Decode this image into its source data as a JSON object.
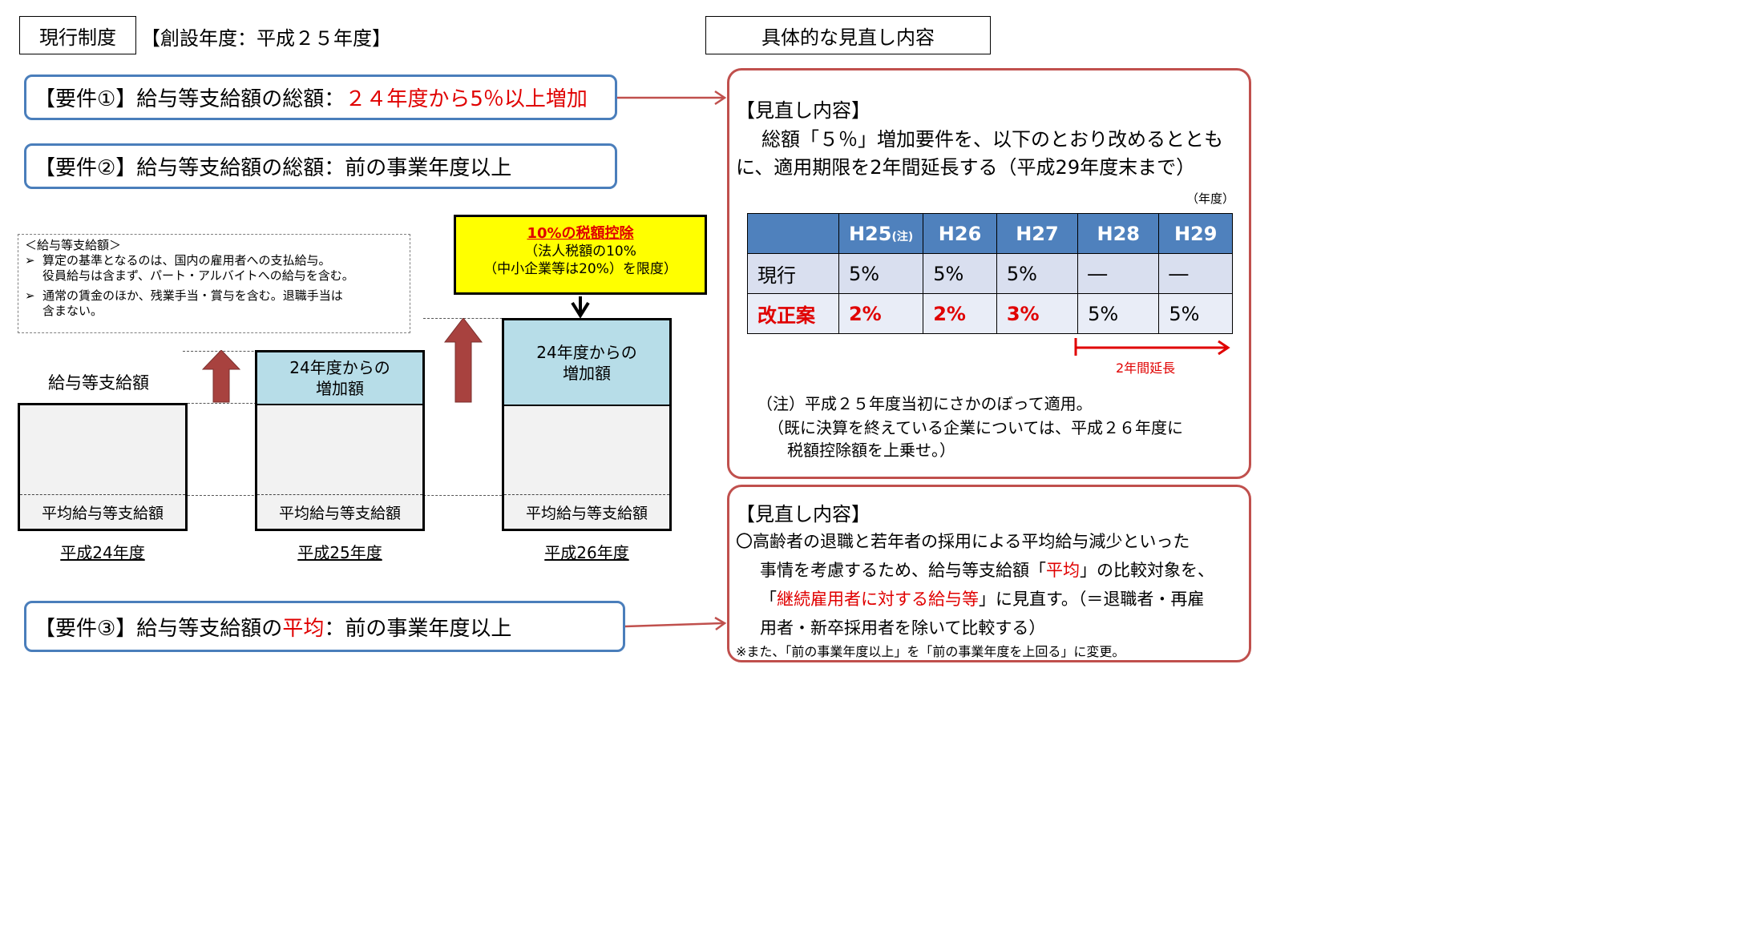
{
  "top": {
    "system_label": "現行制度",
    "founded": "【創設年度：平成２５年度】",
    "review_title": "具体的な見直し内容"
  },
  "req1": {
    "prefix": "【要件①】給与等支給額の総額：",
    "highlight": "２４年度から5％以上増加"
  },
  "req2": {
    "text": "【要件②】給与等支給額の総額：前の事業年度以上"
  },
  "req3": {
    "prefix": "【要件③】給与等支給額の",
    "highlight": "平均",
    "suffix": "：前の事業年度以上"
  },
  "note": {
    "title": "＜給与等支給額＞",
    "bullet": "➢",
    "item1_line1": "算定の基準となるのは、国内の雇用者への支払給与。",
    "item1_line2": "役員給与は含まず、パート・アルバイトへの給与を含む。",
    "item2_line1": "通常の賃金のほか、残業手当・賞与を含む。退職手当は",
    "item2_line2": "含まない。"
  },
  "diagram": {
    "base_label": "給与等支給額",
    "avg_label": "平均給与等支給額",
    "increase_line1": "24年度からの",
    "increase_line2": "増加額",
    "years": [
      "平成24年度",
      "平成25年度",
      "平成26年度"
    ],
    "credit_title": "10%の税額控除",
    "credit_line1": "（法人税額の10%",
    "credit_line2": "（中小企業等は20%）を限度）"
  },
  "panel1": {
    "title": "【見直し内容】",
    "line1": "総額「５％」増加要件を、以下のとおり改めるととも",
    "line2": "に、適用期限を2年間延長する（平成29年度末まで）",
    "unit": "（年度）",
    "table": {
      "headers": [
        "H25",
        "H26",
        "H27",
        "H28",
        "H29"
      ],
      "header_note": "(注)",
      "current_label": "現行",
      "current": [
        "5%",
        "5%",
        "5%",
        "―",
        "―"
      ],
      "proposal_label": "改正案",
      "proposal": [
        "2%",
        "2%",
        "3%",
        "5%",
        "5%"
      ]
    },
    "extension": "2年間延長",
    "note_line1": "（注）平成２５年度当初にさかのぼって適用。",
    "note_line2": "（既に決算を終えている企業については、平成２６年度に",
    "note_line3": "税額控除額を上乗せ。）"
  },
  "panel2": {
    "title": "【見直し内容】",
    "l1": "〇高齢者の退職と若年者の採用による平均給与減少といった",
    "l2_a": "事情を考慮するため、給与等支給額「",
    "l2_red": "平均",
    "l2_b": "」の比較対象を、",
    "l3_a": "「",
    "l3_red": "継続雇用者に対する給与等",
    "l3_b": "」に見直す。（＝退職者・再雇",
    "l4": "用者・新卒採用者を除いて比較する）",
    "l5": "※また、「前の事業年度以上」を「前の事業年度を上回る」に変更。"
  },
  "colors": {
    "accent_red": "#e00000",
    "panel_border": "#c0504d",
    "req_border": "#4a7ebb",
    "table_header": "#4f81bd",
    "increase_fill": "#b7dde8",
    "arrow_fill": "#a8423f",
    "credit_fill": "#ffff00"
  }
}
